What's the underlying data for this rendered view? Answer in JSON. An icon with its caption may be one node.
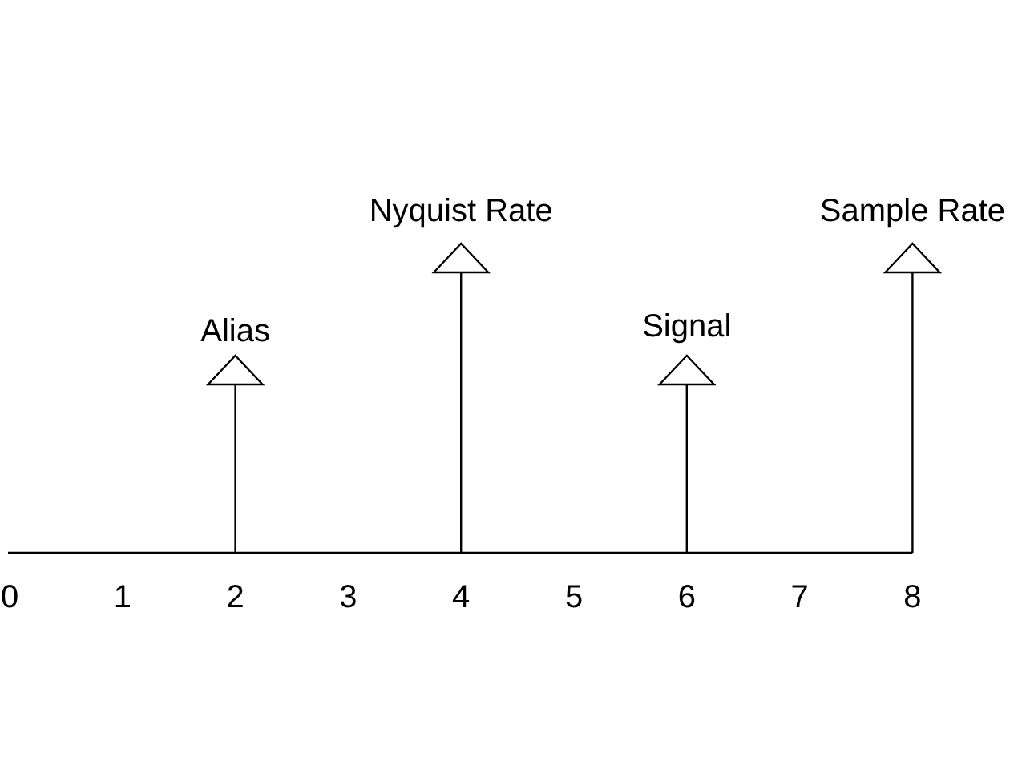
{
  "diagram": {
    "labels": [
      "Nyquist Rate",
      "Sample Rate",
      "Alias",
      "Signal",
      "0",
      "1",
      "2",
      "3",
      "4",
      "5",
      "6",
      "7",
      "8"
    ]
  }
}
